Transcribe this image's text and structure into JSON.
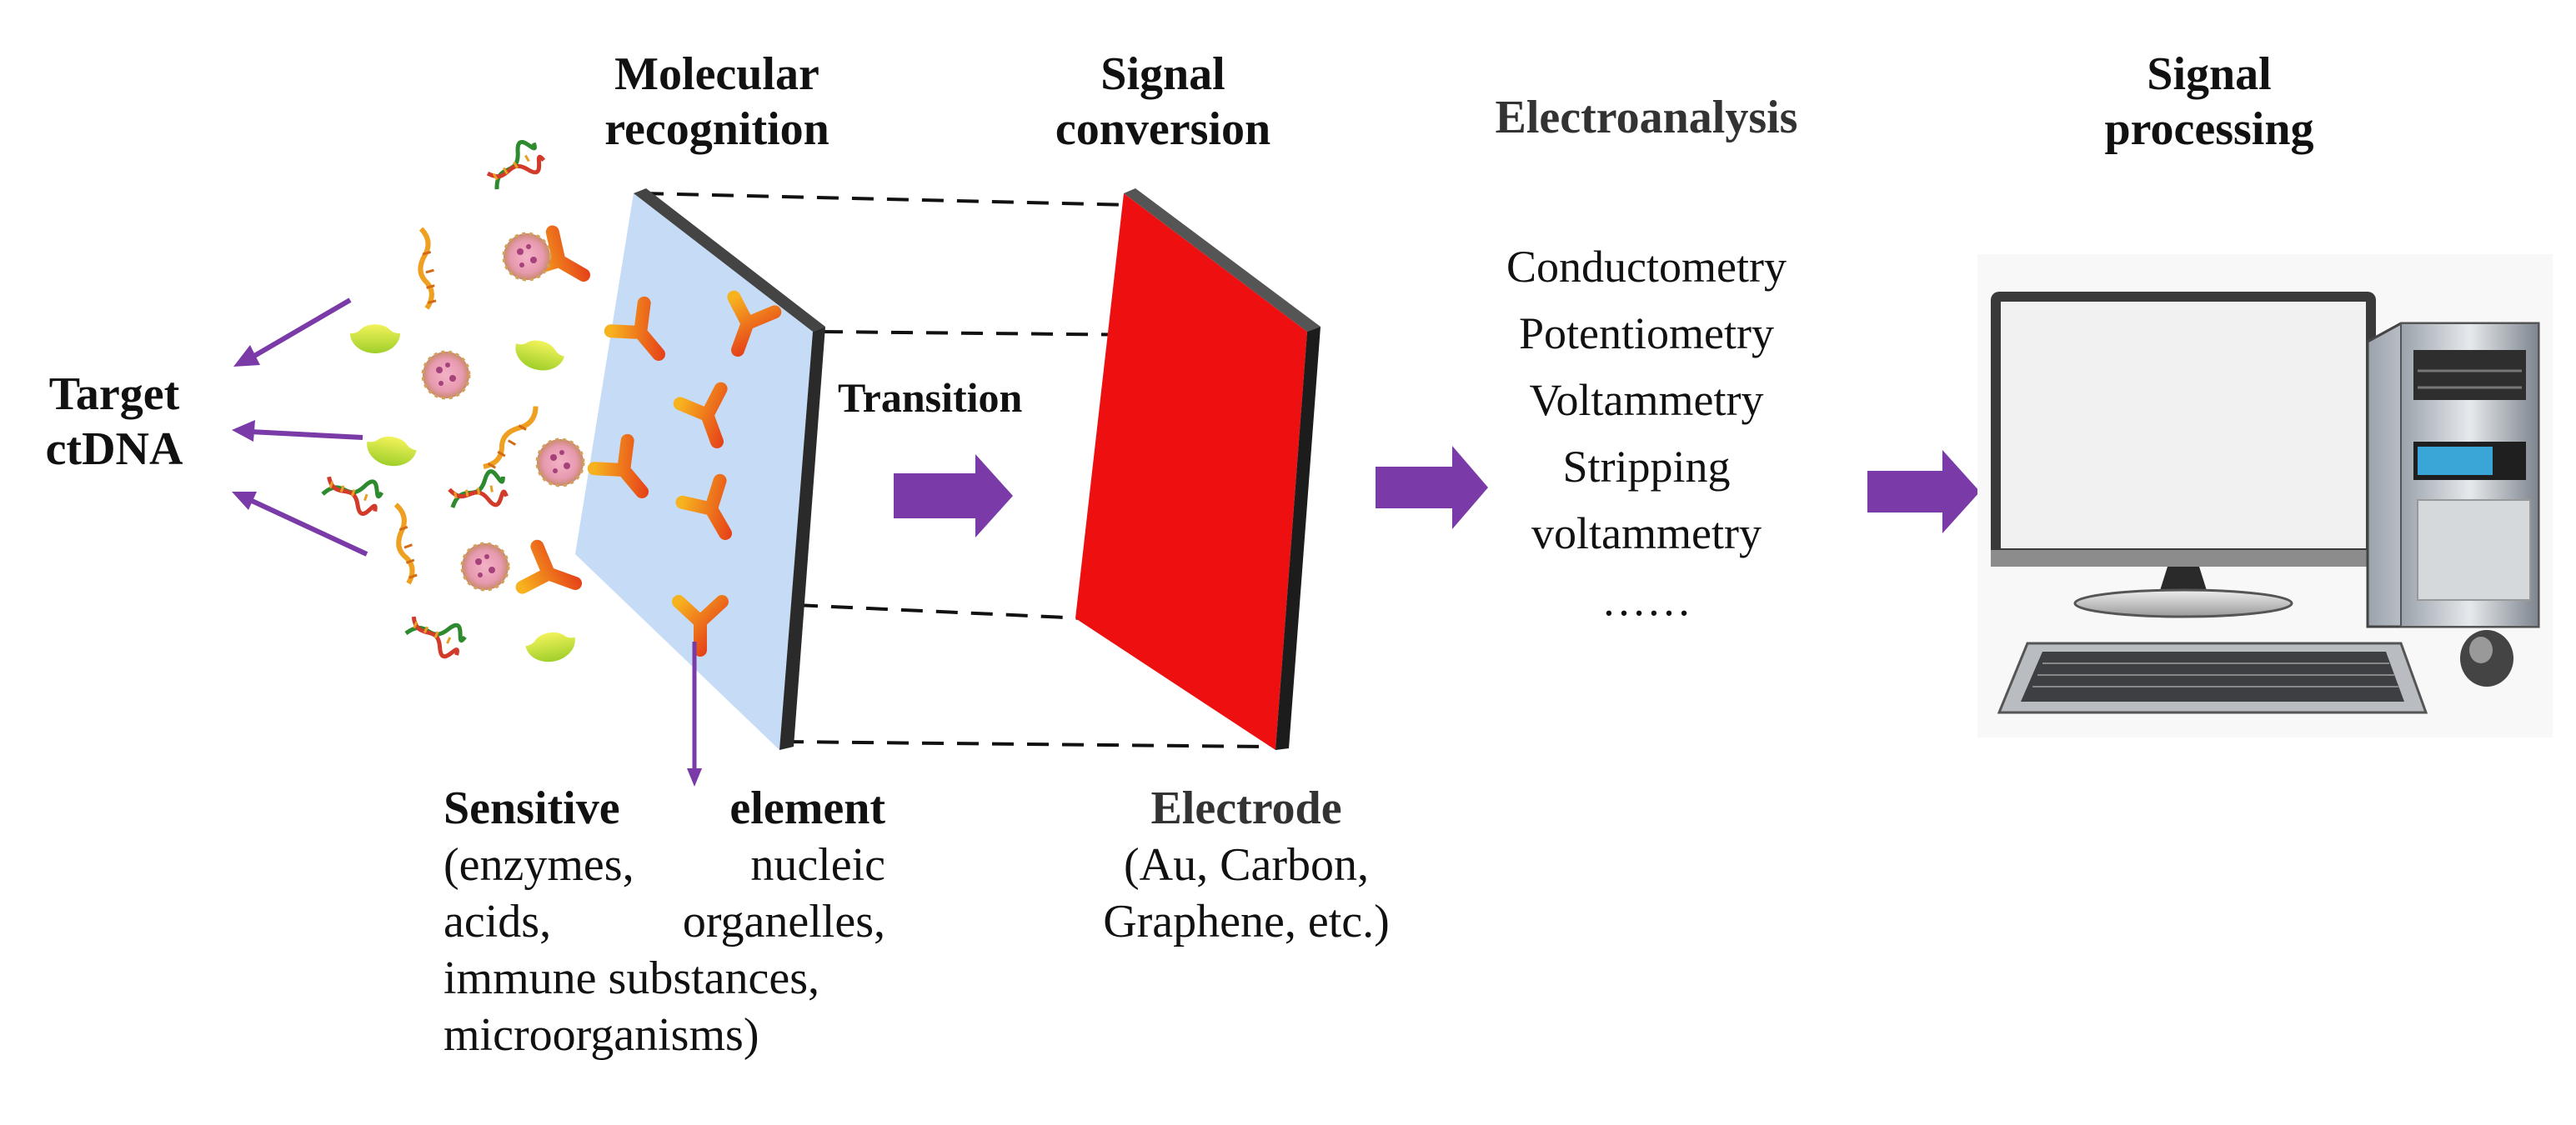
{
  "stages": {
    "molecular_recognition": [
      "Molecular",
      "recognition"
    ],
    "signal_conversion": [
      "Signal",
      "conversion"
    ],
    "electroanalysis": "Electroanalysis",
    "signal_processing": [
      "Signal",
      "processing"
    ]
  },
  "target": [
    "Target",
    "ctDNA"
  ],
  "transition": "Transition",
  "methods": [
    "Conductometry",
    "Potentiometry",
    "Voltammetry",
    "Stripping",
    "voltammetry",
    "……"
  ],
  "sensitive_element": {
    "title_a": "Sensitive",
    "title_b": "element",
    "lines": [
      [
        "(enzymes,",
        "nucleic"
      ],
      [
        "acids,",
        "organelles,"
      ]
    ],
    "line3": "immune substances,",
    "line4": "microorganisms)"
  },
  "electrode": {
    "title": "Electrode",
    "lines": [
      "(Au, Carbon,",
      "Graphene, etc.)"
    ]
  },
  "colors": {
    "recognition_plate": "#c6dcf6",
    "electrode_plate": "#ee1010",
    "arrow_purple": "#7a3aa8",
    "antibody_red": "#e4351a",
    "antibody_orange": "#f5a41c"
  }
}
